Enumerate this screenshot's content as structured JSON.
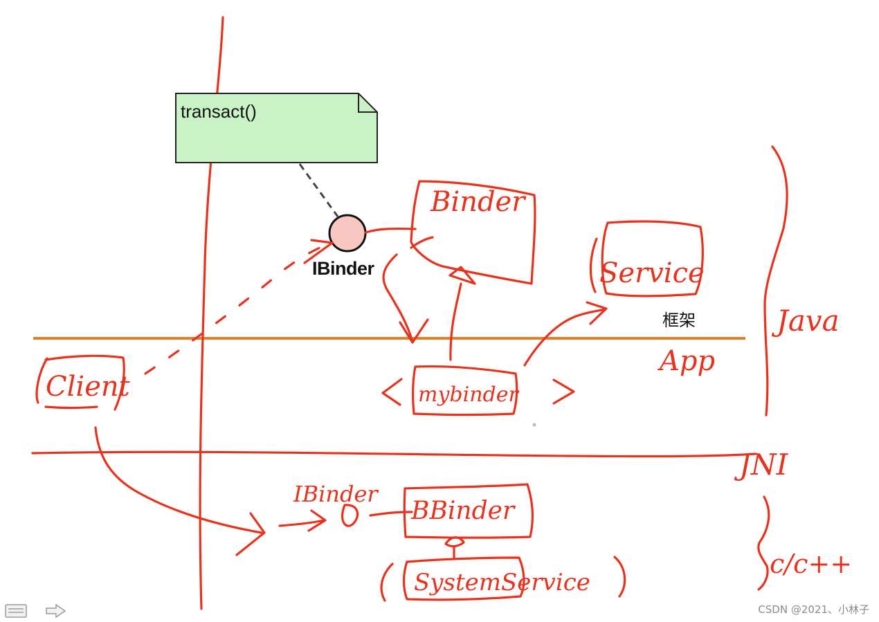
{
  "diagram": {
    "note": {
      "text": "transact()"
    },
    "interface": {
      "label": "IBinder"
    },
    "framework_label": "框架",
    "handwritten": {
      "binder": "Binder",
      "service": "Service",
      "client": "Client",
      "mybinder": "mybinder",
      "app": "App",
      "java": "Java",
      "jni": "JNI",
      "ibinder_native": "IBinder",
      "bbinder": "BBinder",
      "system_service": "SystemService",
      "cpp": "c/c++"
    },
    "colors": {
      "ink": "#e8321e",
      "divider": "#e08028",
      "note_fill": "#c9f2c7",
      "ball_fill": "#f9c7c2"
    }
  },
  "watermark": {
    "text": "CSDN @2021、小林子"
  },
  "player": {
    "controls": [
      "slides-icon",
      "next-arrow-icon"
    ]
  }
}
